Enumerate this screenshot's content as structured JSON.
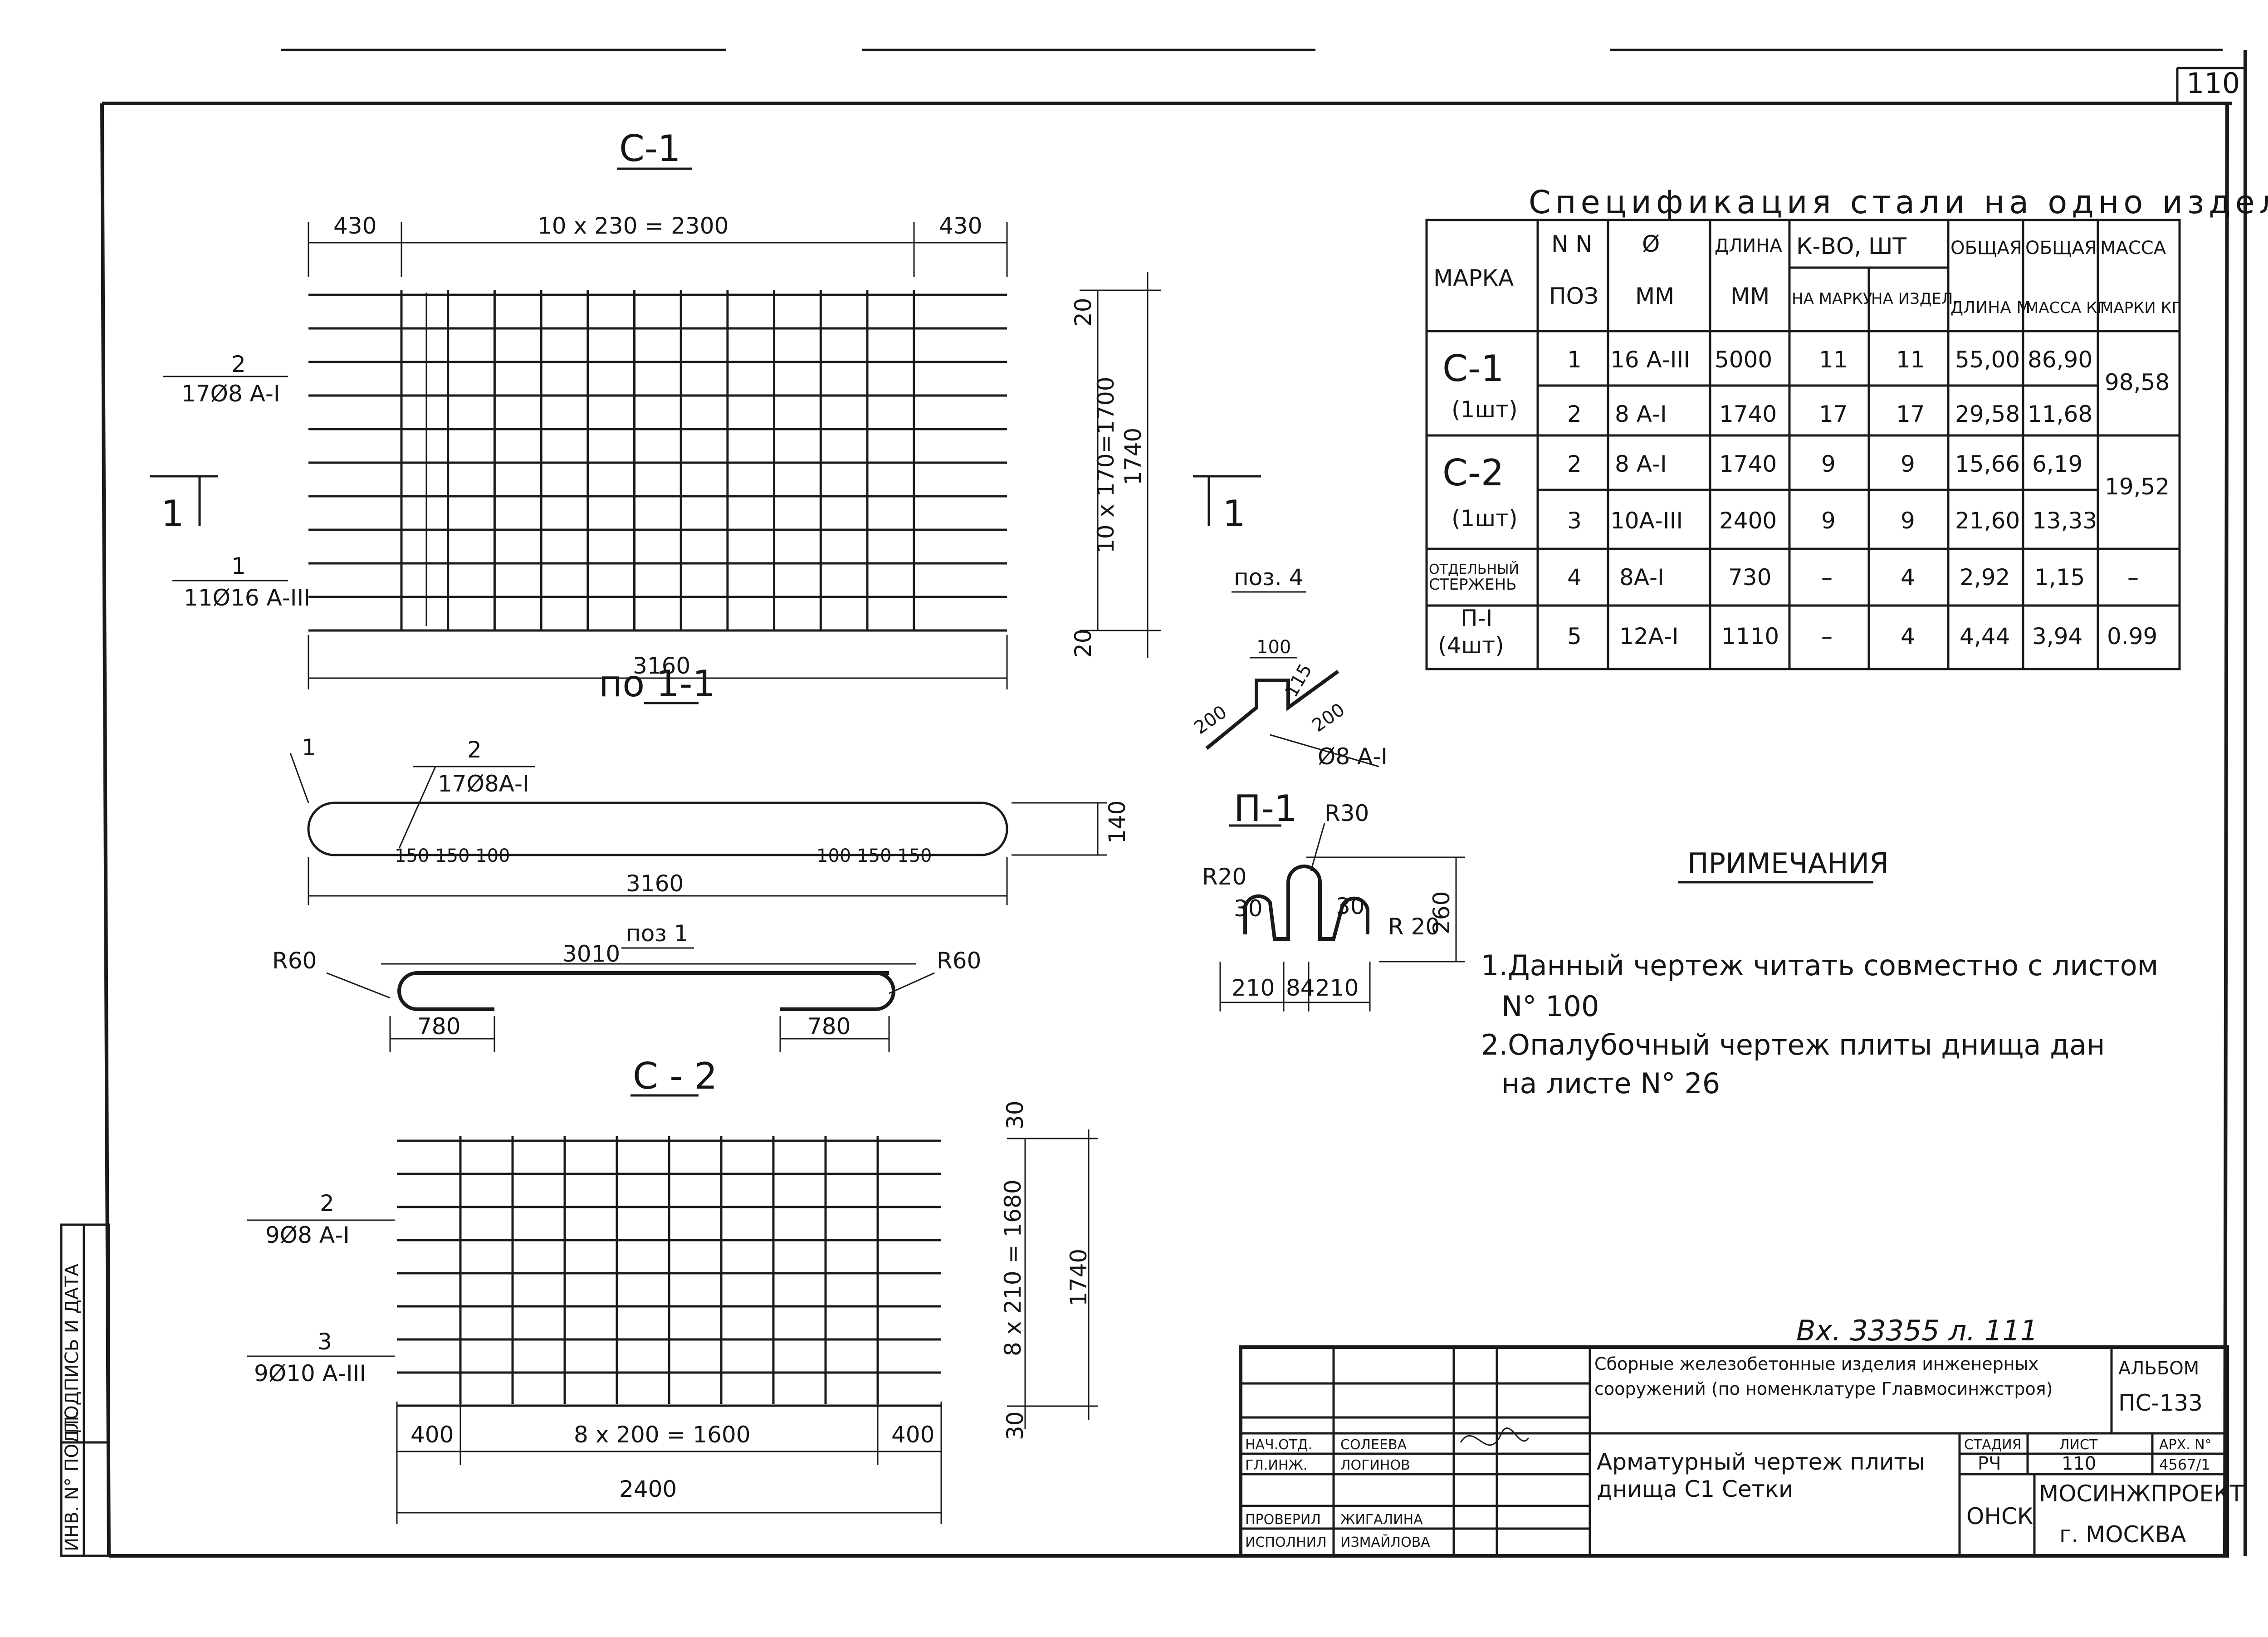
{
  "sheet_number": "110",
  "c1": {
    "title": "С-1",
    "dim_left": "430",
    "dim_middle": "10 х 230 = 2300",
    "dim_right": "430",
    "dim_total": "3160",
    "dim_side_top": "20",
    "dim_side_mid": "10 х 170=1700",
    "dim_side_bottom": "20",
    "dim_side_total": "1740",
    "callout2_num": "2",
    "callout2_text": "17Ø8 А-I",
    "callout1_num": "1",
    "callout1_text": "11Ø16 А-III",
    "section_mark": "1"
  },
  "section11": {
    "title": "по 1-1",
    "callout1": "1",
    "callout2_num": "2",
    "callout2_text": "17Ø8А-I",
    "dims_left": "150  150  100",
    "dims_right": "100  150  150",
    "dim_total": "3160",
    "dim_height": "140"
  },
  "pos1": {
    "title": "поз 1",
    "dim_length": "3010",
    "radius_left": "R60",
    "radius_right": "R60",
    "hook_left": "780",
    "hook_right": "780"
  },
  "c2": {
    "title": "С - 2",
    "callout2_num": "2",
    "callout2_text": "9Ø8 А-I",
    "callout3_num": "3",
    "callout3_text": "9Ø10 А-III",
    "dim_left": "400",
    "dim_middle": "8 х 200 = 1600",
    "dim_right": "400",
    "dim_total": "2400",
    "dim_side_top": "30",
    "dim_side_mid": "8 х 210 = 1680",
    "dim_side_bottom": "30",
    "dim_side_total": "1740"
  },
  "pos4": {
    "title": "поз. 4",
    "d1": "100",
    "d2": "115",
    "d3": "200",
    "d4": "200",
    "rebar": "Ø8 А-I"
  },
  "p1": {
    "title": "П-1",
    "r_top": "R30",
    "r_left": "R20",
    "r_right": "R 20",
    "d_30a": "30",
    "d_30b": "30",
    "d_height": "260",
    "d_base_left": "210",
    "d_base_mid": "84",
    "d_base_right": "210"
  },
  "spec": {
    "title": "Спецификация стали на одно изделие",
    "headers": {
      "marka": "МАРКА",
      "pos_top": "N N",
      "pos_bottom": "ПОЗ",
      "diam_top": "Ø",
      "diam_bottom": "ММ",
      "len_top": "ДЛИНА",
      "len_bottom": "ММ",
      "qty_group": "К-ВО, ШТ",
      "qty_per_mark": "НА МАРКУ",
      "qty_per_item": "НА ИЗДЕЛ.",
      "total_len_top": "ОБЩАЯ",
      "total_len_bottom": "ДЛИНА М",
      "total_mass_top": "ОБЩАЯ",
      "total_mass_bottom": "МАССА КГ",
      "mark_mass_top": "МАССА",
      "mark_mass_bottom": "МАРКИ КГ"
    },
    "rows": [
      {
        "marka": "С-1",
        "marka_sub": "(1шт)",
        "pos": "1",
        "diam": "16 А-III",
        "len": "5000",
        "per_mark": "11",
        "per_item": "11",
        "total_len": "55,00",
        "total_mass": "86,90",
        "mark_mass": "98,58"
      },
      {
        "pos": "2",
        "diam": "8 А-I",
        "len": "1740",
        "per_mark": "17",
        "per_item": "17",
        "total_len": "29,58",
        "total_mass": "11,68"
      },
      {
        "marka": "С-2",
        "marka_sub": "(1шт)",
        "pos": "2",
        "diam": "8 А-I",
        "len": "1740",
        "per_mark": "9",
        "per_item": "9",
        "total_len": "15,66",
        "total_mass": "6,19",
        "mark_mass": "19,52"
      },
      {
        "pos": "3",
        "diam": "10А-III",
        "len": "2400",
        "per_mark": "9",
        "per_item": "9",
        "total_len": "21,60",
        "total_mass": "13,33"
      },
      {
        "marka": "ОТДЕЛЬНЫЙ",
        "marka_sub": "СТЕРЖЕНЬ",
        "pos": "4",
        "diam": "8А-I",
        "len": "730",
        "per_mark": "–",
        "per_item": "4",
        "total_len": "2,92",
        "total_mass": "1,15",
        "mark_mass": "–"
      },
      {
        "marka": "П-I",
        "marka_sub": "(4шт)",
        "pos": "5",
        "diam": "12А-I",
        "len": "1110",
        "per_mark": "–",
        "per_item": "4",
        "total_len": "4,44",
        "total_mass": "3,94",
        "mark_mass": "0.99"
      }
    ]
  },
  "notes": {
    "title": "ПРИМЕЧАНИЯ",
    "line1": "1.Данный чертеж читать совместно с листом",
    "line1b": "N° 100",
    "line2": "2.Опалубочный чертеж плиты днища дан",
    "line2b": "на листе N° 26"
  },
  "inventory": "Вх. 33355 л. 111",
  "title_block": {
    "project_line1": "Сборные железобетонные изделия инженерных",
    "project_line2": "сооружений (по номенклатуре Главмосинжстроя)",
    "album_label": "АЛЬБОМ",
    "album_value": "ПС-133",
    "role1": "НАЧ.ОТД.",
    "name1": "СОЛЕЕВА",
    "role2": "ГЛ.ИНЖ.",
    "name2": "ЛОГИНОВ",
    "role3": "ПРОВЕРИЛ",
    "name3": "ЖИГАЛИНА",
    "role4": "ИСПОЛНИЛ",
    "name4": "ИЗМАЙЛОВА",
    "drawing_line1": "Арматурный чертеж плиты",
    "drawing_line2": "днища С1 Сетки",
    "stage_label": "СТАДИЯ",
    "stage_value": "РЧ",
    "sheet_label": "ЛИСТ",
    "sheet_value": "110",
    "arch_label": "АРХ. N°",
    "arch_value": "4567/1",
    "dept": "ОНСК",
    "org": "МОСИНЖПРОЕКТ",
    "city": "г. МОСКВА"
  },
  "side_stamp": {
    "col1": "ИНВ. N° ПОДЛ.",
    "col2": "ПОДПИСЬ И ДАТА"
  }
}
